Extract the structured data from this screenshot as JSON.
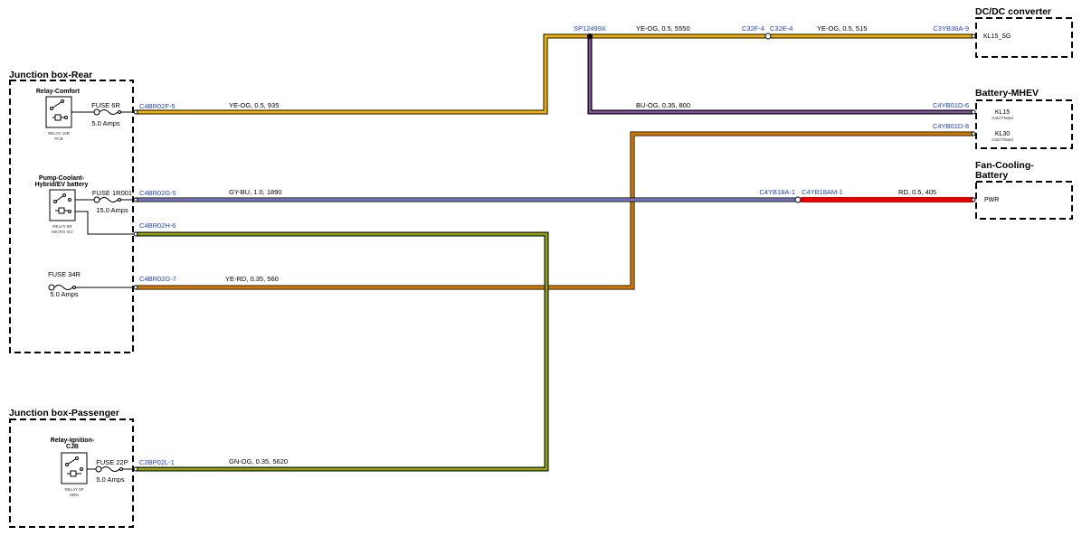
{
  "blocks": {
    "jb_rear": "Junction box-Rear",
    "jb_passenger": "Junction box-Passenger",
    "dcdc": "DC/DC converter",
    "battery": "Battery-MHEV",
    "fan": "Fan-Cooling-Battery"
  },
  "components": {
    "relay_comfort": {
      "title": "Relay-Comfort",
      "sub1": "RELAY 16R",
      "sub2": "PCB"
    },
    "pump": {
      "title1": "Pump-Coolant-",
      "title2": "Hybrid/EV battery",
      "sub1": "RELAY 8R",
      "sub2": "MICRO ISV"
    },
    "relay_ign": {
      "title1": "Relay-Ignition-",
      "title2": "CJB",
      "sub1": "RELAY 2P",
      "sub2": "MINI"
    }
  },
  "fuses": {
    "f6r": {
      "name": "FUSE 6R",
      "rating": "5.0 Amps"
    },
    "f1r001": {
      "name": "FUSE 1R001",
      "rating": "15.0 Amps"
    },
    "f34r": {
      "name": "FUSE 34R",
      "rating": "5.0 Amps"
    },
    "f22p": {
      "name": "FUSE 22P",
      "rating": "5.0 Amps"
    }
  },
  "pins": {
    "kl15_sg": "KL15_SG",
    "kl15": "KL15",
    "kl15_sub": "Gold Plated",
    "kl30": "KL30",
    "kl30_sub": "Gold Plated",
    "pwr": "PWR"
  },
  "connectors": {
    "c4br02f5": "C4BR02F-5",
    "c4br02g5": "C4BR02G-5",
    "c4br02h6": "C4BR02H-6",
    "c4br02g7": "C4BR02G-7",
    "c2bp02l1": "C2BP02L-1",
    "sp12499x": "SP12499X",
    "c32f4": "C32F-4",
    "c32e4": "C32E-4",
    "c3yb36a9": "C3YB36A-9",
    "c4yb01d6": "C4YB01D-6",
    "c4yb01d8": "C4YB01D-8",
    "c4yb18a1": "C4YB18A-1",
    "c4yb18am1": "C4YB18AM-1"
  },
  "wires": {
    "w935": "YE-OG,  0.5,  935",
    "w5550": "YE-OG,  0.5,  5550",
    "w515": "YE-OG,  0.5,  515",
    "w800": "BU-OG,  0.35,  800",
    "w1890": "GY-BU,  1.0,  1890",
    "w405": "RD,  0.5,  405",
    "w560": "YE-RD,  0.35,  560",
    "w5620": "GN-OG,  0.35,  5620"
  },
  "colors": {
    "yellow": "#f5d000",
    "orange": "#ff8a00",
    "blue_dark": "#2a2acf",
    "gray_blue": "#b0b8c8",
    "red": "#e00000",
    "green": "#4aa81e",
    "connector_text": "#1a3fd6"
  }
}
